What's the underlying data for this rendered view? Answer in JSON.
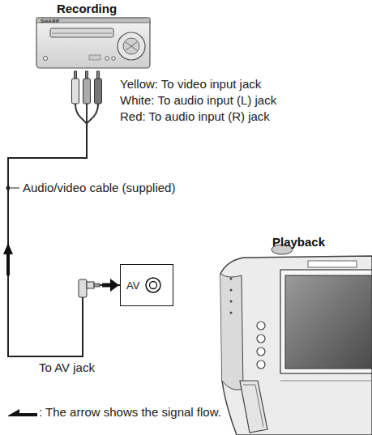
{
  "diagram": {
    "nodes": [
      {
        "text": [
          "Recording"
        ]
      },
      {
        "text": [
          "Playback"
        ]
      },
      {
        "text": [
          "AV"
        ]
      }
    ],
    "edges": [
      {
        "from": 2,
        "to": 0,
        "arrow": "to"
      }
    ],
    "labels": [
      "SHARP",
      "Yellow: To video input jack",
      "White: To audio input (L) jack",
      "Red: To audio input (R) jack",
      "Audio/video cable (supplied)",
      "To AV jack"
    ],
    "legend": [
      {
        "text": ": The arrow shows the signal flow."
      }
    ]
  }
}
